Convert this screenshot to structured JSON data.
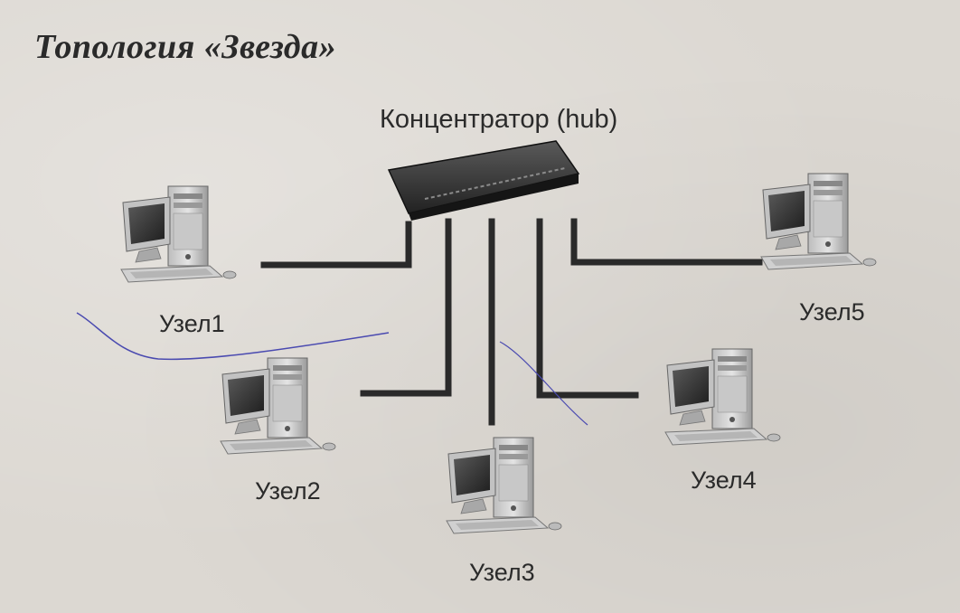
{
  "title": "Топология «Звезда»",
  "hub": {
    "label": "Концентратор (hub)"
  },
  "nodes": [
    {
      "label": "Узел1"
    },
    {
      "label": "Узел2"
    },
    {
      "label": "Узел3"
    },
    {
      "label": "Узел4"
    },
    {
      "label": "Узел5"
    }
  ],
  "colors": {
    "cable": "#2a2a2a",
    "background": "#dcd8d2",
    "pen_mark": "#4a4ab0"
  }
}
